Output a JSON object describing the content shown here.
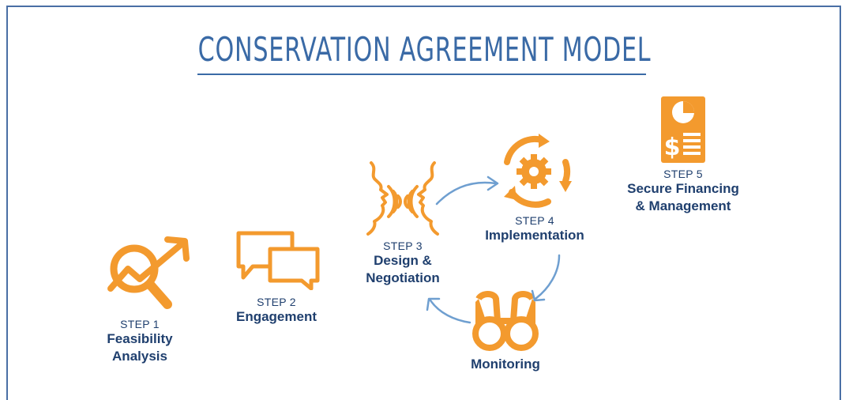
{
  "title": "CONSERVATION AGREEMENT MODEL",
  "colors": {
    "accent": "#f39a2e",
    "text": "#1f3f6e",
    "title": "#3a6aa6",
    "arrow": "#6f9fd0"
  },
  "steps": [
    {
      "step": "STEP 1",
      "name_line1": "Feasibility",
      "name_line2": "Analysis",
      "icon": "magnifier-chart-icon"
    },
    {
      "step": "STEP 2",
      "name_line1": "Engagement",
      "name_line2": "",
      "icon": "speech-bubbles-icon"
    },
    {
      "step": "STEP 3",
      "name_line1": "Design &",
      "name_line2": "Negotiation",
      "icon": "dialogue-faces-icon"
    },
    {
      "step": "STEP 4",
      "name_line1": "Implementation",
      "name_line2": "",
      "icon": "gear-cycle-icon"
    },
    {
      "step": "STEP 5",
      "name_line1": "Secure Financing",
      "name_line2": "& Management",
      "icon": "financial-report-icon"
    }
  ],
  "monitoring": {
    "name": "Monitoring",
    "icon": "binoculars-icon"
  }
}
